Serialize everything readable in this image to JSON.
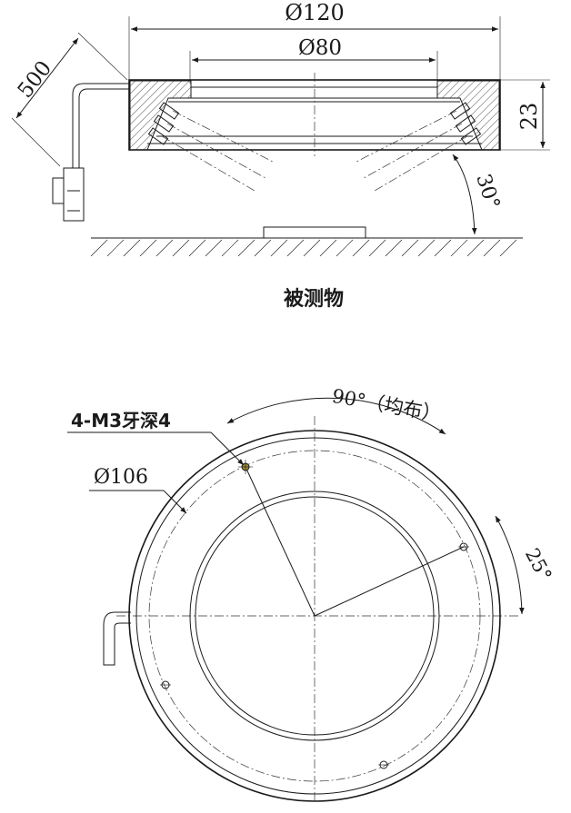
{
  "side_view": {
    "outer_diameter": "Ø120",
    "inner_diameter": "Ø80",
    "height": "23",
    "cable_length": "500",
    "angle": "30°",
    "object_label": "被测物"
  },
  "top_view": {
    "arc_angle": "90°（均布）",
    "thread_label": "4-M3牙深4",
    "hole_circle": "Ø106",
    "offset_angle": "25°"
  }
}
